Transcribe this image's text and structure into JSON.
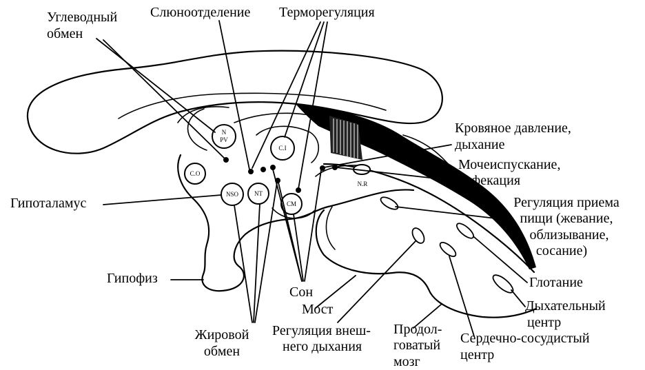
{
  "labels": {
    "carb_metabolism": [
      "Углеводный",
      "обмен"
    ],
    "salivation": "Слюноотделение",
    "thermoregulation": "Терморегуляция",
    "blood_pressure": [
      "Кровяное давление,",
      "дыхание"
    ],
    "urination": [
      "Мочеиспускание,",
      "дефекация"
    ],
    "food_intake": [
      "Регуляция приема",
      "пищи (жевание,",
      "облизывание,",
      "сосание)"
    ],
    "hypothalamus": "Гипоталамус",
    "pituitary": "Гипофиз",
    "swallowing": "Глотание",
    "respiratory_center": [
      "Дыхательный",
      "центр"
    ],
    "sleep": "Сон",
    "pons": "Мост",
    "fat_metabolism": [
      "Жировой",
      "обмен"
    ],
    "external_respiration": [
      "Регуляция внеш-",
      "него дыхания"
    ],
    "medulla": [
      "Продол-",
      "говатый",
      "мозг"
    ],
    "cardiovascular_center": [
      "Сердечно-сосудистый",
      "центр"
    ]
  },
  "nuclei": {
    "npv": [
      "N",
      "PV"
    ],
    "ci": "C.I",
    "co": "C.O",
    "nso": "NSO",
    "nt": "NT",
    "cm": "CM",
    "nr": "N.R"
  }
}
